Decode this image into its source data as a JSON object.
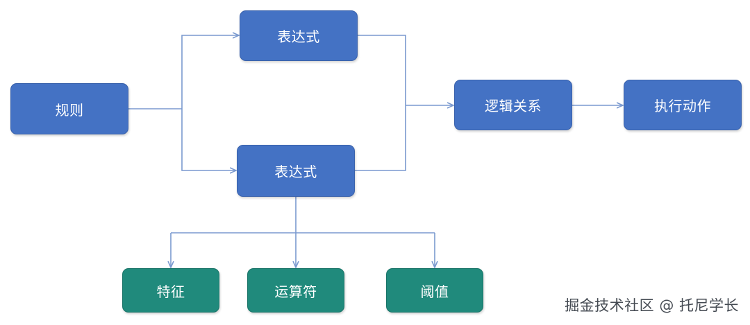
{
  "diagram": {
    "nodes": {
      "rule": {
        "label": "规则"
      },
      "expression_top": {
        "label": "表达式"
      },
      "expression_bottom": {
        "label": "表达式"
      },
      "logic_relation": {
        "label": "逻辑关系"
      },
      "execute_action": {
        "label": "执行动作"
      },
      "feature": {
        "label": "特征"
      },
      "operator": {
        "label": "运算符"
      },
      "threshold": {
        "label": "阈值"
      }
    },
    "edges": [
      {
        "from": "rule",
        "to": "expression_top"
      },
      {
        "from": "rule",
        "to": "expression_bottom"
      },
      {
        "from": "expression_top",
        "to": "logic_relation"
      },
      {
        "from": "expression_bottom",
        "to": "logic_relation"
      },
      {
        "from": "logic_relation",
        "to": "execute_action"
      },
      {
        "from": "expression_bottom",
        "to": "feature"
      },
      {
        "from": "expression_bottom",
        "to": "operator"
      },
      {
        "from": "expression_bottom",
        "to": "threshold"
      }
    ],
    "colors": {
      "primary_node": "#4472c4",
      "secondary_node": "#208a7c",
      "connector": "#7a99cf"
    }
  },
  "watermark": {
    "text": "掘金技术社区 @ 托尼学长"
  }
}
